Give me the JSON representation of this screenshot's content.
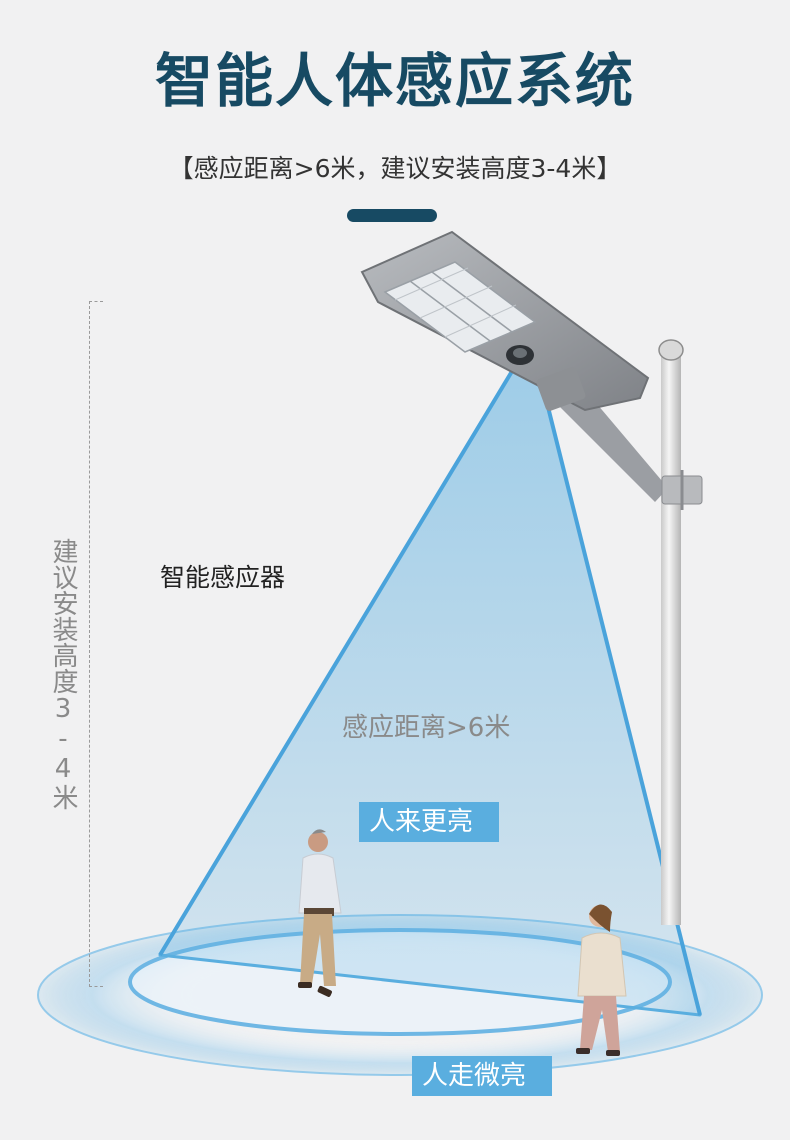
{
  "header": {
    "title": "智能人体感应系统",
    "subtitle": "【感应距离>6米，建议安装高度3-4米】"
  },
  "illustration": {
    "height_label": "建议安装高度3-4米",
    "sensor_label": "智能感应器",
    "range_label": "感应距离>6米"
  },
  "badges": {
    "bright": "人来更亮",
    "dim": "人走微亮"
  },
  "colors": {
    "title": "#174a63",
    "accent_bar": "#174a63",
    "badge_bg": "#5aaedf",
    "beam": "#5aaedf",
    "background": "#f1f1f2"
  },
  "icons": {
    "street_lamp": "street-lamp-icon",
    "pir_sensor": "motion-sensor-icon",
    "man_walking": "walking-man-figure",
    "woman_walking": "walking-woman-figure"
  }
}
